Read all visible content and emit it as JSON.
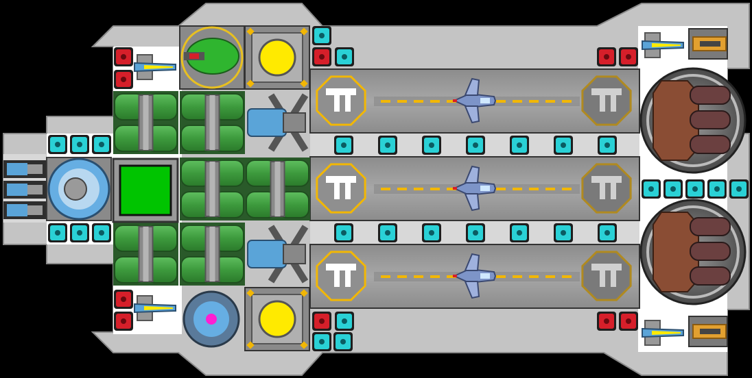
{
  "colors": {
    "background": "#000000",
    "hull_outer": "#c4c4c4",
    "hull_light": "#d8d8d8",
    "deck": "#ffffff",
    "bay_floor": "#9a9a9a",
    "bay_floor_dark": "#7f7f7f",
    "lane_dash": "#f2b705",
    "pad_gold": "#f2b705",
    "pad_dark": "#3b3b3b",
    "conduit_green": "#3d9a3d",
    "conduit_green_light": "#62c262",
    "connector_cyan": "#2ad1d6",
    "connector_red": "#d61f2a",
    "reactor_yellow": "#ffea00",
    "turret_blue": "#5aa4d8",
    "turret_gold": "#e2a030",
    "shuttle_blue": "#7d94c8",
    "shield_blue": "#66aee3",
    "core_magenta": "#ff1fd2",
    "cargo_brown": "#8a4d34",
    "cargo_tube": "#6b4040",
    "radar_green": "#2fb52f"
  },
  "hangar_bays": [
    {
      "id": "bay-1",
      "shuttle_icon": "fighter-shuttle-icon",
      "pad_icon": "launch-pad-icon"
    },
    {
      "id": "bay-2",
      "shuttle_icon": "fighter-shuttle-icon",
      "pad_icon": "launch-pad-icon"
    },
    {
      "id": "bay-3",
      "shuttle_icon": "fighter-shuttle-icon",
      "pad_icon": "launch-pad-icon"
    }
  ],
  "modules": {
    "command": "command-module-icon",
    "radar": "radar-dish-icon",
    "reactor": "reactor-core-icon",
    "shield": "shield-generator-icon",
    "engine": "engine-thruster-icon",
    "laser_turret": "laser-turret-icon",
    "cannon_turret": "cannon-turret-icon",
    "cargo_pod": "cargo-pod-icon",
    "warp_core": "warp-core-icon",
    "conduit": "power-conduit-icon",
    "connector": "connector-node-icon"
  }
}
